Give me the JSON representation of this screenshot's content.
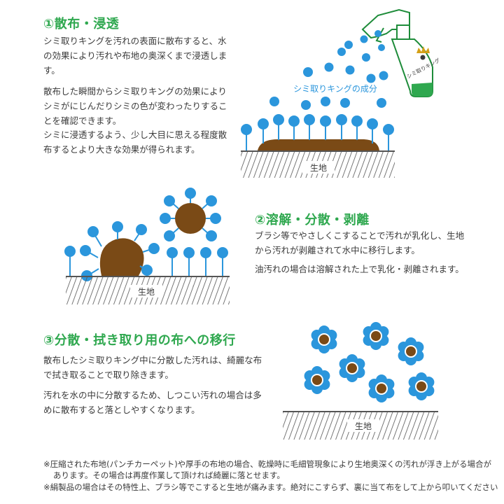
{
  "section1": {
    "heading": "①散布・浸透",
    "paragraphs": [
      "シミ取りキングを汚れの表面に散布すると、水の効果により汚れや布地の奥深くまで浸透します。",
      "散布した瞬間からシミ取りキングの効果によりシミがにじんだりシミの色が変わったりすることを確認できます。",
      "シミに浸透するよう、少し大目に思える程度散布するとより大きな効果が得られます。"
    ],
    "component_label": "シミ取りキングの成分",
    "fabric_label": "生地",
    "bottle_label": "シミ取りキング"
  },
  "section2": {
    "heading": "②溶解・分散・剥離",
    "paragraphs": [
      "ブラシ等でやさしくこすることで汚れが乳化し、生地から汚れが剥離されて水中に移行します。",
      "油汚れの場合は溶解された上で乳化・剥離されます。"
    ],
    "fabric_label": "生地"
  },
  "section3": {
    "heading": "③分散・拭き取り用の布への移行",
    "paragraphs": [
      "散布したシミ取りキング中に分散した汚れは、綺麗な布で拭き取ることで取り除きます。",
      "汚れを水の中に分散するため、しつこい汚れの場合は多めに散布すると落としやすくなります。"
    ],
    "fabric_label": "生地"
  },
  "notes": [
    "※圧縮された布地(パンチカーペット)や厚手の布地の場合、乾燥時に毛細管現象により生地奥深くの汚れが浮き上がる場合があります。その場合は再度作業して頂ければ綺麗に落とせます。",
    "※絹製品の場合はその特性上、ブラシ等でこすると生地が痛みます。絶対にこすらず、裏に当て布をして上から叩いてください"
  ],
  "colors": {
    "heading_green": "#2fa84f",
    "particle_blue": "#2b96dc",
    "stain_brown": "#7a4a16",
    "hatch_gray": "#555555"
  }
}
